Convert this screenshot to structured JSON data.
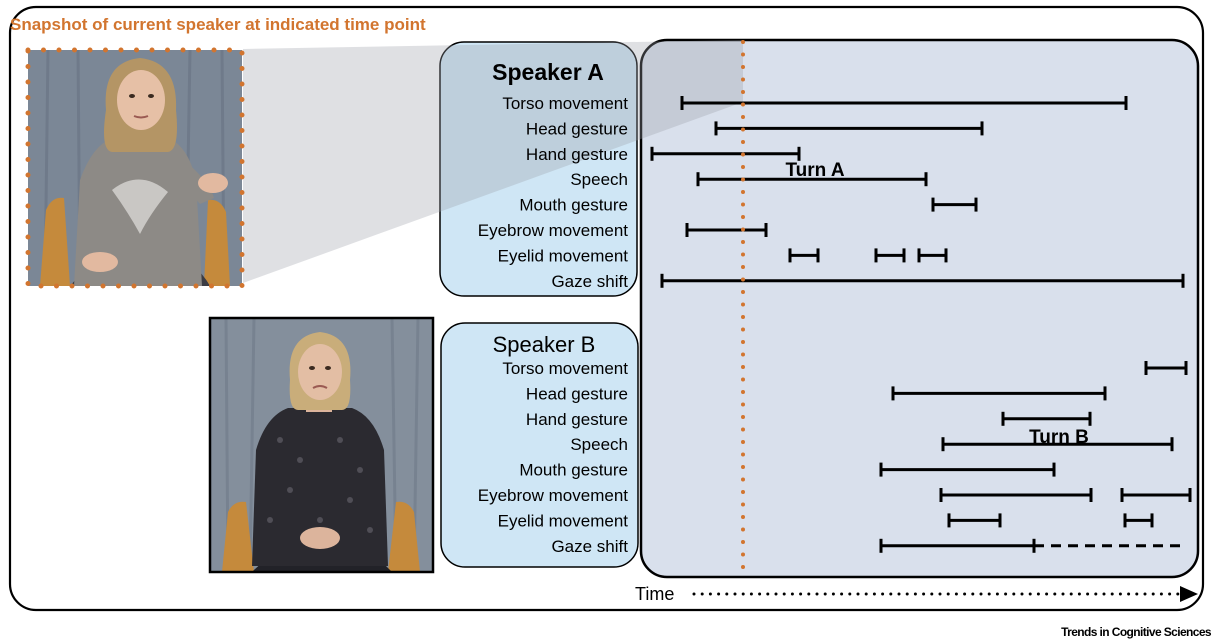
{
  "figure": {
    "snapshot_caption": "Snapshot of current speaker at indicated time point",
    "time_label": "Time",
    "journal": "Trends in Cognitive Sciences",
    "colors": {
      "caption": "#d2752f",
      "dotted_line": "#d2752f",
      "timeline_panel": "#d9e0ec",
      "label_panel": "#cfe6f5",
      "ink": "#000000"
    }
  },
  "speakers": [
    {
      "title": "Speaker A",
      "turn_label": "Turn A",
      "rows": [
        {
          "label": "Torso movement",
          "segments": [
            [
              682,
              1126
            ]
          ]
        },
        {
          "label": "Head gesture",
          "segments": [
            [
              716,
              982
            ]
          ]
        },
        {
          "label": "Hand gesture",
          "segments": [
            [
              652,
              799
            ]
          ]
        },
        {
          "label": "Speech",
          "segments": [
            [
              698,
              926
            ]
          ]
        },
        {
          "label": "Mouth gesture",
          "segments": [
            [
              933,
              976
            ]
          ]
        },
        {
          "label": "Eyebrow movement",
          "segments": [
            [
              687,
              766
            ]
          ]
        },
        {
          "label": "Eyelid movement",
          "segments": [
            [
              790,
              818
            ],
            [
              876,
              904
            ],
            [
              919,
              946
            ]
          ]
        },
        {
          "label": "Gaze shift",
          "segments": [
            [
              662,
              1183
            ]
          ]
        }
      ]
    },
    {
      "title": "Speaker B",
      "turn_label": "Turn B",
      "rows": [
        {
          "label": "Torso movement",
          "segments": [
            [
              1146,
              1186
            ]
          ]
        },
        {
          "label": "Head gesture",
          "segments": [
            [
              893,
              1105
            ]
          ]
        },
        {
          "label": "Hand gesture",
          "segments": [
            [
              1003,
              1090
            ]
          ]
        },
        {
          "label": "Speech",
          "segments": [
            [
              943,
              1172
            ]
          ]
        },
        {
          "label": "Mouth gesture",
          "segments": [
            [
              881,
              1054
            ]
          ]
        },
        {
          "label": "Eyebrow movement",
          "segments": [
            [
              941,
              1091
            ],
            [
              1122,
              1190
            ]
          ]
        },
        {
          "label": "Eyelid movement",
          "segments": [
            [
              949,
              1000
            ],
            [
              1125,
              1152
            ]
          ]
        },
        {
          "label": "Gaze shift",
          "segments": [
            [
              881,
              1034
            ]
          ],
          "continuation": [
            1034,
            1186
          ]
        }
      ]
    }
  ]
}
